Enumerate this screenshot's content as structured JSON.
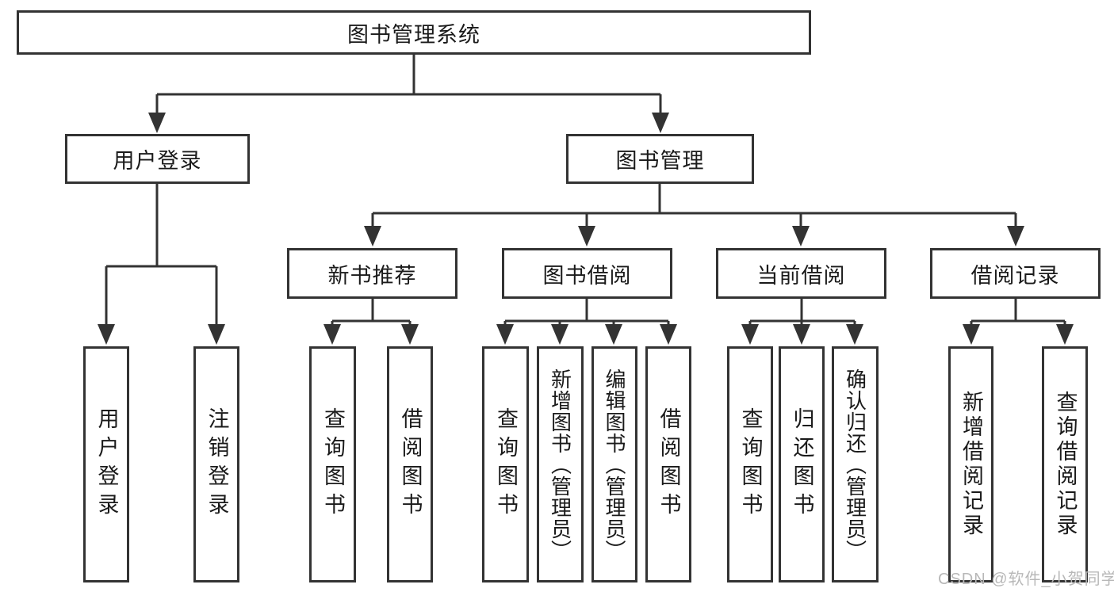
{
  "tree": {
    "label": "图书管理系统",
    "children": [
      {
        "label": "用户登录",
        "children": [
          {
            "label": "用户登录"
          },
          {
            "label": "注销登录"
          }
        ]
      },
      {
        "label": "图书管理",
        "children": [
          {
            "label": "新书推荐",
            "children": [
              {
                "label": "查询图书"
              },
              {
                "label": "借阅图书"
              }
            ]
          },
          {
            "label": "图书借阅",
            "children": [
              {
                "label": "查询图书"
              },
              {
                "label": "新增图书（管理员）"
              },
              {
                "label": "编辑图书（管理员）"
              },
              {
                "label": "借阅图书"
              }
            ]
          },
          {
            "label": "当前借阅",
            "children": [
              {
                "label": "查询图书"
              },
              {
                "label": "归还图书"
              },
              {
                "label": "确认归还（管理员）"
              }
            ]
          },
          {
            "label": "借阅记录",
            "children": [
              {
                "label": "新增借阅记录"
              },
              {
                "label": "查询借阅记录"
              }
            ]
          }
        ]
      }
    ]
  },
  "watermark": "CSDN @软件_小贺同学",
  "colors": {
    "background": "#ffffff",
    "box_border": "#333333",
    "connector": "#333333",
    "text": "#1a1a1a",
    "watermark": "#b8b8b8"
  }
}
